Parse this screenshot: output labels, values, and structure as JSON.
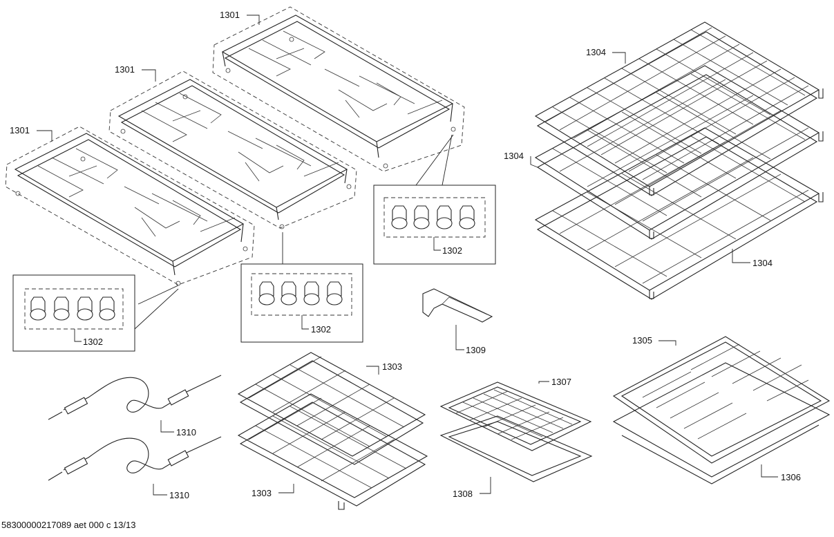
{
  "labels": {
    "grate_top": "1301",
    "grate_mid": "1301",
    "grate_left": "1301",
    "knobs_a": "1302",
    "knobs_b": "1302",
    "knobs_c": "1302",
    "rack_top": "1304",
    "rack_mid": "1304",
    "rack_bot": "1304",
    "rack_small_top": "1303",
    "rack_small_bot": "1303",
    "bracket": "1309",
    "broiler_large": "1305",
    "broiler_large_pan": "1306",
    "broiler_small": "1307",
    "broiler_small_pan": "1308",
    "probe_top": "1310",
    "probe_bot": "1310"
  },
  "footer": "58300000217089 aet 000 c 13/13"
}
